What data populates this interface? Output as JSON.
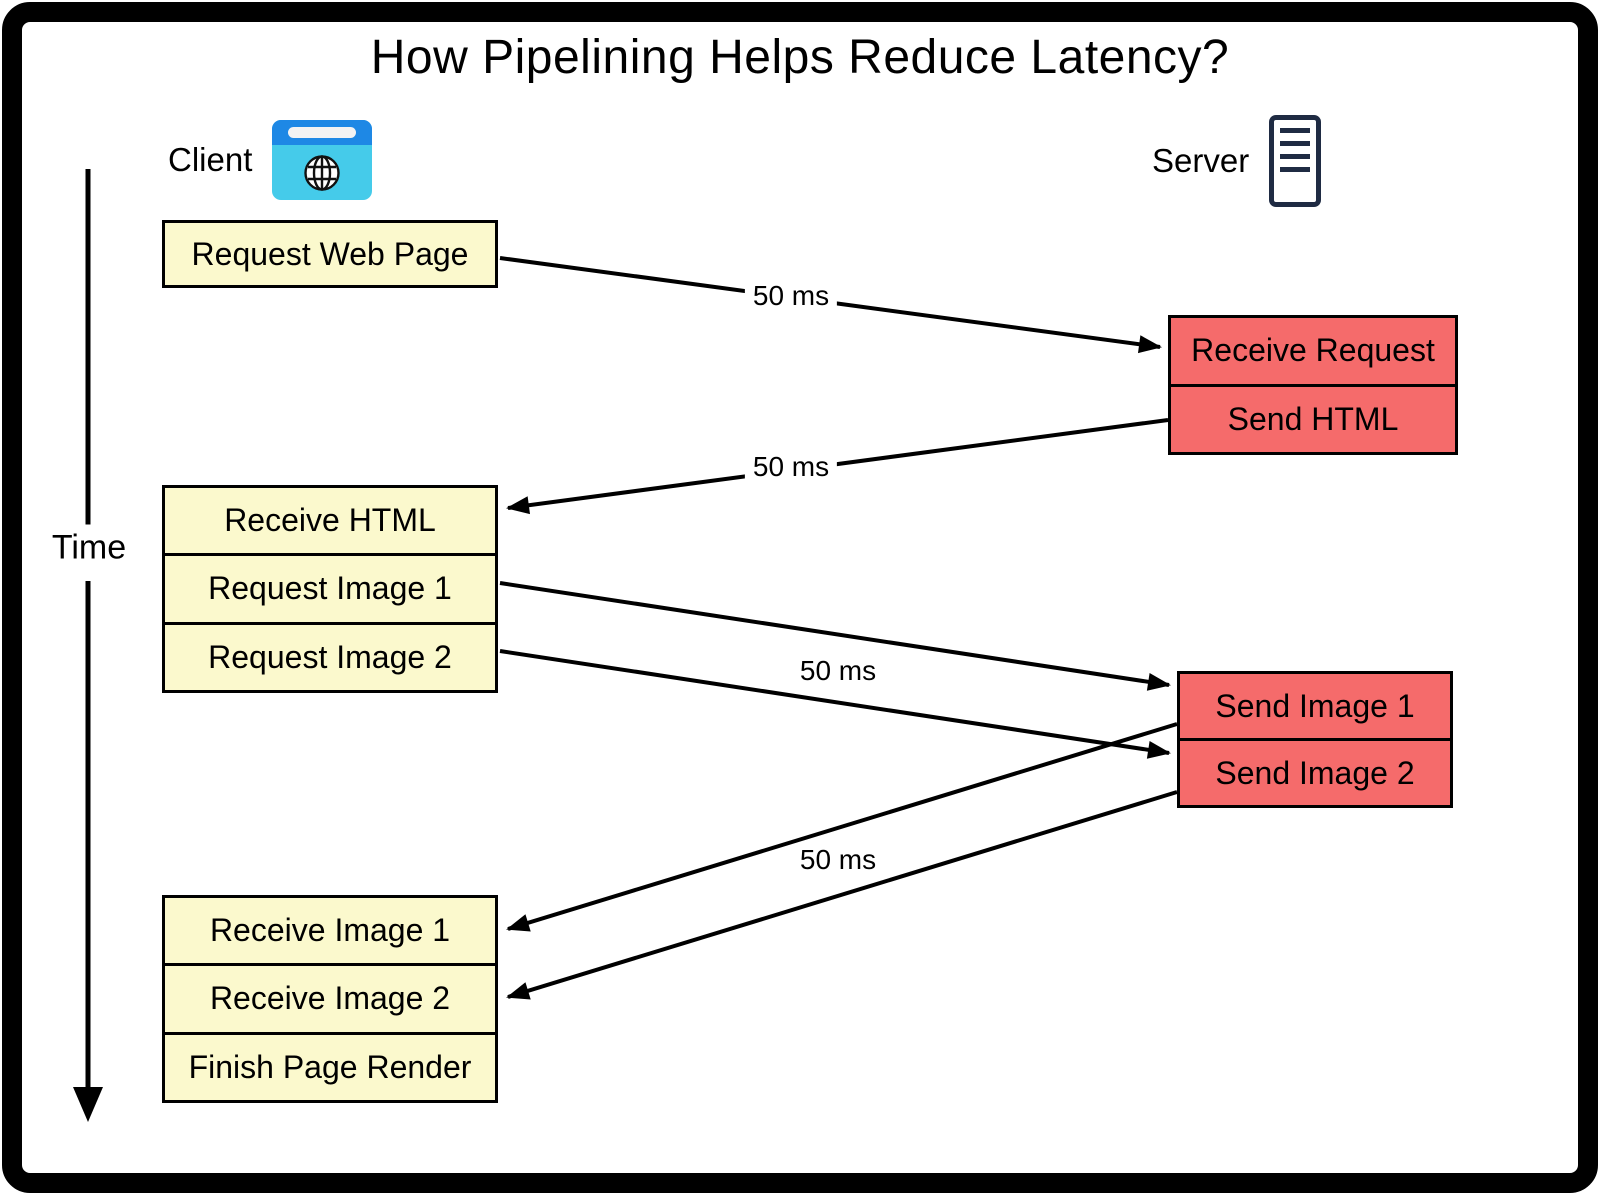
{
  "title": "How Pipelining Helps Reduce Latency?",
  "actors": {
    "client": {
      "label": "Client",
      "icon": "browser-globe-icon"
    },
    "server": {
      "label": "Server",
      "icon": "server-tower-icon"
    }
  },
  "time_axis": {
    "label": "Time"
  },
  "client_steps": {
    "request_web_page": "Request Web Page",
    "receive_html": "Receive HTML",
    "request_image_1": "Request Image 1",
    "request_image_2": "Request Image 2",
    "receive_image_1": "Receive Image 1",
    "receive_image_2": "Receive Image 2",
    "finish_page_render": "Finish Page Render"
  },
  "server_steps": {
    "receive_request": "Receive Request",
    "send_html": "Send HTML",
    "send_image_1": "Send Image 1",
    "send_image_2": "Send Image 2"
  },
  "latency_labels": [
    "50 ms",
    "50 ms",
    "50 ms",
    "50 ms"
  ],
  "colors": {
    "client_box_fill": "#FBF9CD",
    "server_box_fill": "#F56B6B",
    "browser_top": "#1E88E5",
    "browser_body": "#45CBEA",
    "server_icon_color": "#1F2B43",
    "line_color": "#000000"
  }
}
